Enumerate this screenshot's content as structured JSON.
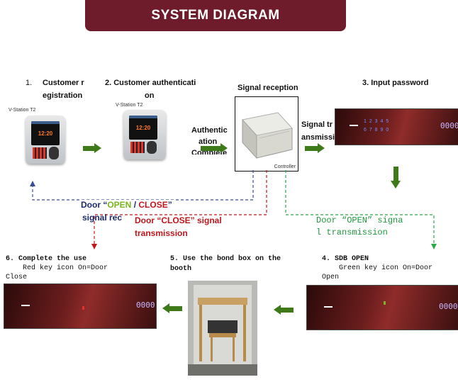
{
  "title": "SYSTEM DIAGRAM",
  "steps": {
    "s1_num": "1.",
    "s1_line1": "Customer r",
    "s1_line2": "egistration",
    "s2_line1": "2. Customer authenticati",
    "s2_line2": "on",
    "signal_reception": "Signal reception",
    "s3": "3. Input password",
    "s4_title": "4. SDB OPEN",
    "s4_line1": "Green key icon On=Door",
    "s4_line2": "Open",
    "s5_line1": "5. Use the bond box on the",
    "s5_line2": "booth",
    "s6_title": "6. Complete the use",
    "s6_line1": "Red key icon On=Door",
    "s6_line2": "Close"
  },
  "device": {
    "brand": "V-Station T2",
    "time": "12:20"
  },
  "auth_text": {
    "l1": "Authentic",
    "l2": "ation",
    "l3": "Complete"
  },
  "signal_tr": {
    "l1": "Signal tr",
    "l2": "ansmissi"
  },
  "controller_label": "Controller",
  "panel": {
    "code": "0000",
    "keys_row1": "1 2 3 4 5",
    "keys_row2": "6 7 8 9 0"
  },
  "signal_open_close": {
    "prefix": "Door “",
    "open": "OPEN",
    "sep": " / ",
    "close": "CLOSE",
    "suffix": "”",
    "line2": "signal rec"
  },
  "signal_close": {
    "l1": "Door “CLOSE” signal",
    "l2": "transmission"
  },
  "signal_open": {
    "l1": "Door “OPEN” signa",
    "l2": "l transmission"
  },
  "colors": {
    "banner": "#6e1b2b",
    "arrow": "#3f7a1a",
    "open": "#7ab51d",
    "close": "#c0171c",
    "navy": "#1d2a6b",
    "green_text": "#1e9a3c"
  }
}
